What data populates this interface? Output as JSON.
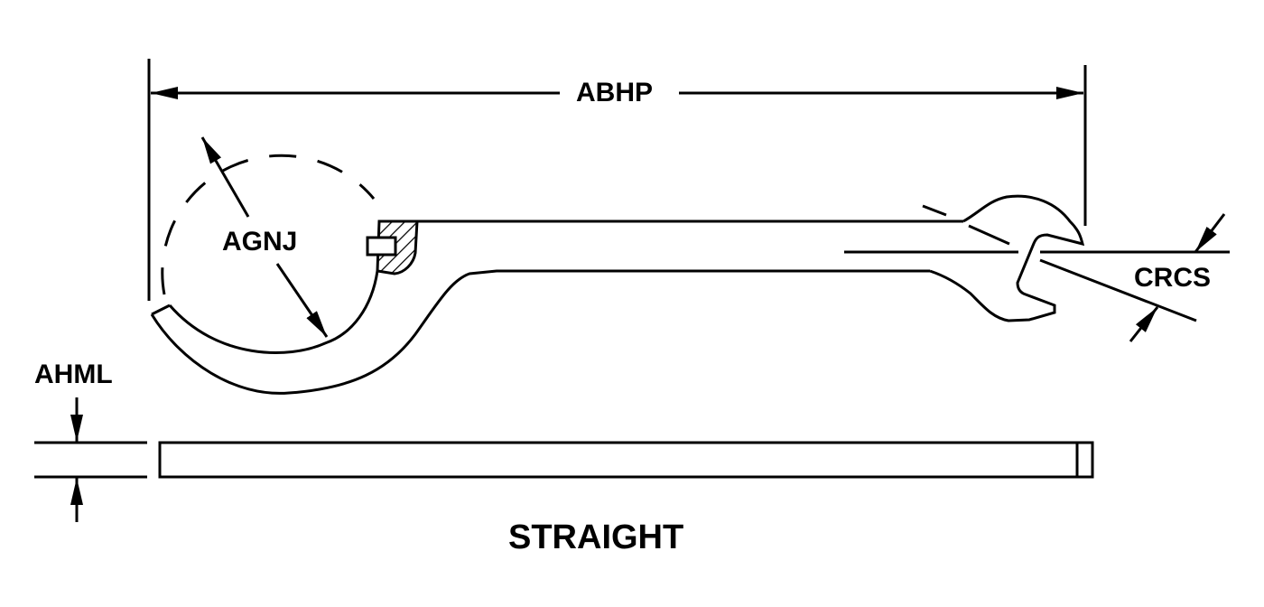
{
  "labels": {
    "overall_length": "ABHP",
    "hook_diameter": "AGNJ",
    "wrench_opening": "CRCS",
    "thickness": "AHML",
    "view_title": "STRAIGHT"
  },
  "colors": {
    "line": "#000000",
    "background": "#ffffff"
  }
}
